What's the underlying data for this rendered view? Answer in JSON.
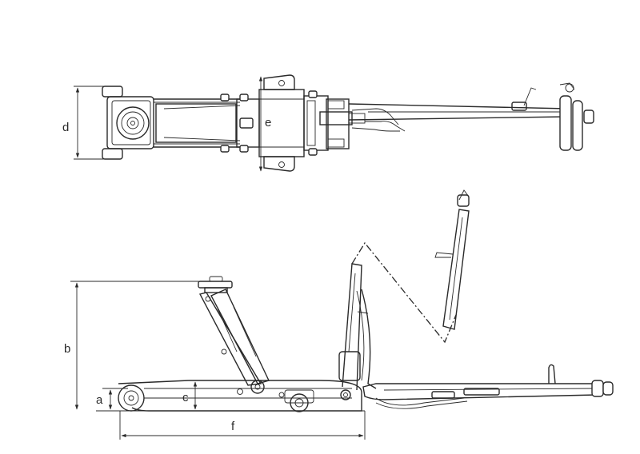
{
  "dimension_labels": {
    "a": "a",
    "b": "b",
    "c": "c",
    "d": "d",
    "e": "e",
    "f": "f"
  },
  "colors": {
    "line": "#2a2a2a",
    "background": "#ffffff"
  }
}
